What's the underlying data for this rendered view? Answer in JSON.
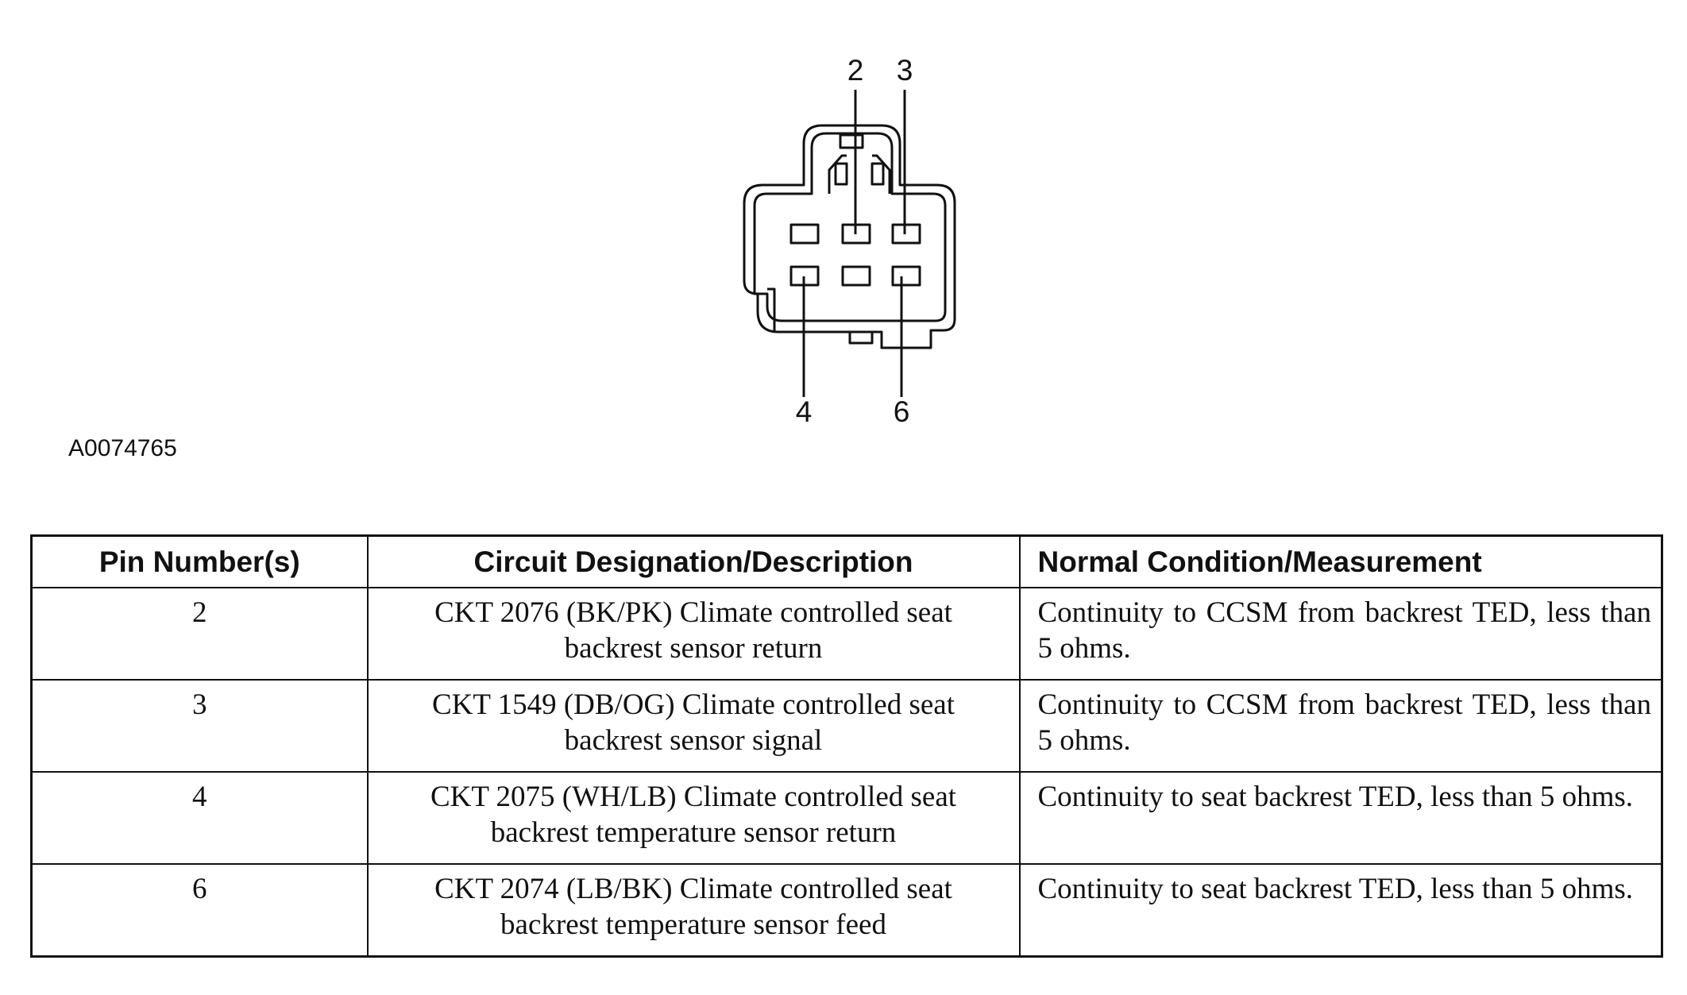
{
  "diagram": {
    "pin_labels": {
      "top": [
        "2",
        "3"
      ],
      "bottom": [
        "4",
        "6"
      ]
    },
    "figure_id": "A0074765"
  },
  "table": {
    "headers": {
      "pin": "Pin Number(s)",
      "circuit": "Circuit Designation/Description",
      "condition": "Normal Condition/Measurement"
    },
    "rows": [
      {
        "pin": "2",
        "circuit": "CKT 2076 (BK/PK) Climate controlled seat backrest sensor return",
        "condition": "Continuity to CCSM from backrest TED, less than 5 ohms."
      },
      {
        "pin": "3",
        "circuit": "CKT 1549 (DB/OG) Climate controlled seat backrest sensor signal",
        "condition": "Continuity to CCSM from backrest TED, less than 5 ohms."
      },
      {
        "pin": "4",
        "circuit": "CKT 2075 (WH/LB) Climate controlled seat backrest temperature sensor return",
        "condition": "Continuity to seat backrest TED, less than 5 ohms."
      },
      {
        "pin": "6",
        "circuit": "CKT 2074 (LB/BK) Climate controlled seat backrest temperature sensor feed",
        "condition": "Continuity to seat backrest TED, less than 5 ohms."
      }
    ]
  }
}
